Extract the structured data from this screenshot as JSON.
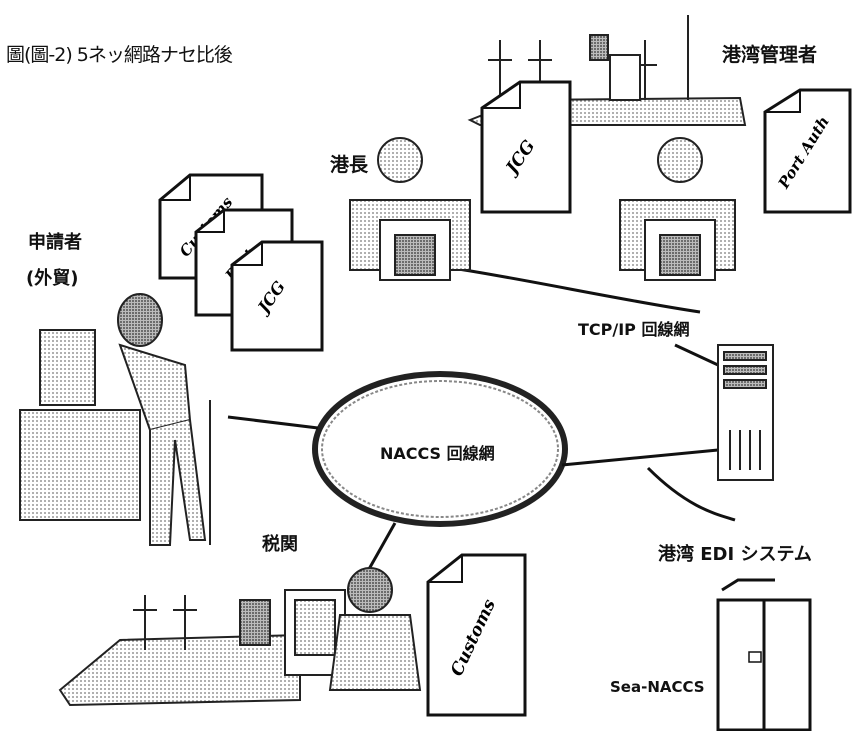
{
  "title": "圖(圖-2) 5ネッ網路ナセ比後",
  "labels": {
    "port_admin": "港湾管理者",
    "harbor_master": "港長",
    "applicant": "申請者",
    "applicant_sub": "(外貿)",
    "tcpip_net": "TCP/IP 回線網",
    "naccs_net": "NACCS 回線網",
    "customs_office": "税関",
    "port_edi": "港湾 EDI システム",
    "sea_naccs": "Sea-NACCS"
  },
  "documents": {
    "jcg_top": "JCG",
    "port_auth": "Port Auth",
    "customs_stack": "Customs",
    "port_stack": "Port",
    "jcg_stack": "JCG",
    "customs_bottom": "Customs"
  },
  "colors": {
    "line": "#111111",
    "hatch": "#777777",
    "paper": "#ffffff"
  },
  "icons": [
    "ship-icon",
    "computer-icon",
    "server-icon",
    "person-icon"
  ]
}
